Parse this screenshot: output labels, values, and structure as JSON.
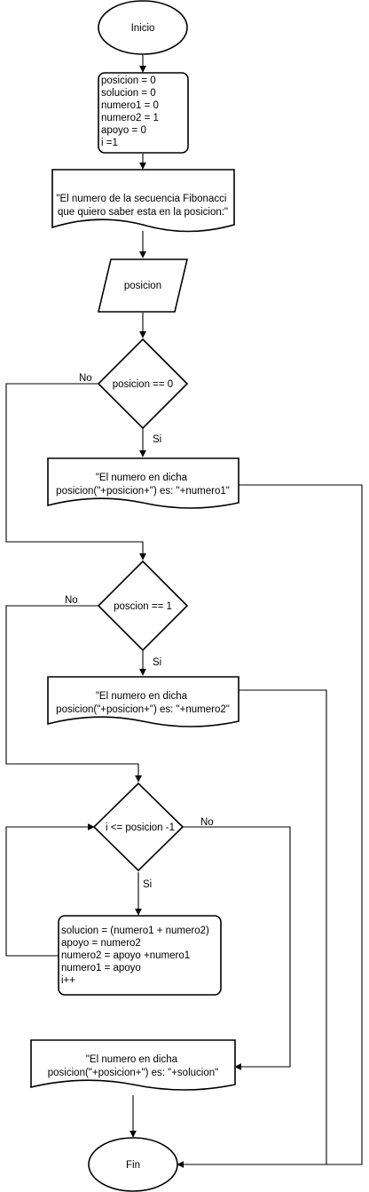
{
  "start": {
    "label": "Inicio"
  },
  "init": {
    "lines": [
      "posicion = 0",
      "solucion = 0",
      "numero1 = 0",
      "numero2 = 1",
      "apoyo = 0",
      "i =1"
    ]
  },
  "prompt": {
    "lines": [
      "\"El numero de la secuencia Fibonacci",
      "que quiero saber esta en la posicion:\""
    ]
  },
  "input": {
    "label": "posicion"
  },
  "decision1": {
    "label": "posicion == 0",
    "yes": "Si",
    "no": "No"
  },
  "output1": {
    "lines": [
      "\"El numero en dicha",
      "posicion(\"+posicion+\") es: \"+numero1\""
    ]
  },
  "decision2": {
    "label": "poscion == 1",
    "yes": "Si",
    "no": "No"
  },
  "output2": {
    "lines": [
      "\"El numero en dicha",
      "posicion(\"+posicion+\") es: \"+numero2\""
    ]
  },
  "loop": {
    "label": "i <= posicion -1",
    "yes": "Si",
    "no": "No"
  },
  "body": {
    "lines": [
      "solucion = (numero1 + numero2)",
      "apoyo = numero2",
      "numero2 = apoyo +numero1",
      "numero1 = apoyo",
      "i++"
    ]
  },
  "output3": {
    "lines": [
      "\"El numero en dicha",
      "posicion(\"+posicion+\") es: \"+solucion\""
    ]
  },
  "end": {
    "label": "Fin"
  }
}
